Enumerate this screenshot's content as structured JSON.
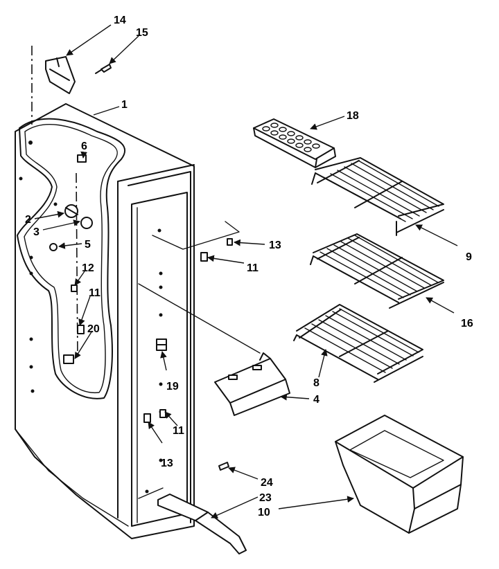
{
  "callouts": [
    {
      "id": "c14",
      "label": "14"
    },
    {
      "id": "c15",
      "label": "15"
    },
    {
      "id": "c1",
      "label": "1"
    },
    {
      "id": "c18",
      "label": "18"
    },
    {
      "id": "c6",
      "label": "6"
    },
    {
      "id": "c2",
      "label": "2"
    },
    {
      "id": "c3",
      "label": "3"
    },
    {
      "id": "c5",
      "label": "5"
    },
    {
      "id": "c12",
      "label": "12"
    },
    {
      "id": "c11a",
      "label": "11"
    },
    {
      "id": "c20",
      "label": "20"
    },
    {
      "id": "c13a",
      "label": "13"
    },
    {
      "id": "c11b",
      "label": "11"
    },
    {
      "id": "c9",
      "label": "9"
    },
    {
      "id": "c16",
      "label": "16"
    },
    {
      "id": "c8",
      "label": "8"
    },
    {
      "id": "c4",
      "label": "4"
    },
    {
      "id": "c19",
      "label": "19"
    },
    {
      "id": "c11c",
      "label": "11"
    },
    {
      "id": "c13b",
      "label": "13"
    },
    {
      "id": "c24",
      "label": "24"
    },
    {
      "id": "c23",
      "label": "23"
    },
    {
      "id": "c10",
      "label": "10"
    }
  ]
}
